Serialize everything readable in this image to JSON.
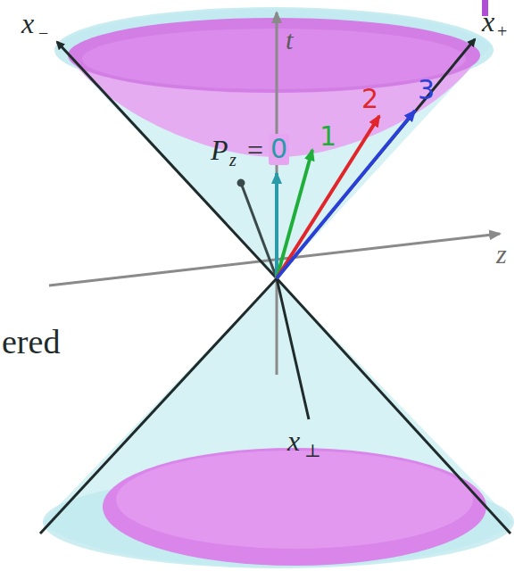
{
  "diagram": {
    "labels": [
      "x",
      "−",
      "x",
      "+",
      "t",
      "P",
      "z",
      "=",
      "0",
      "1",
      "2",
      "3",
      "z",
      "ered",
      "x",
      "⊥"
    ]
  }
}
